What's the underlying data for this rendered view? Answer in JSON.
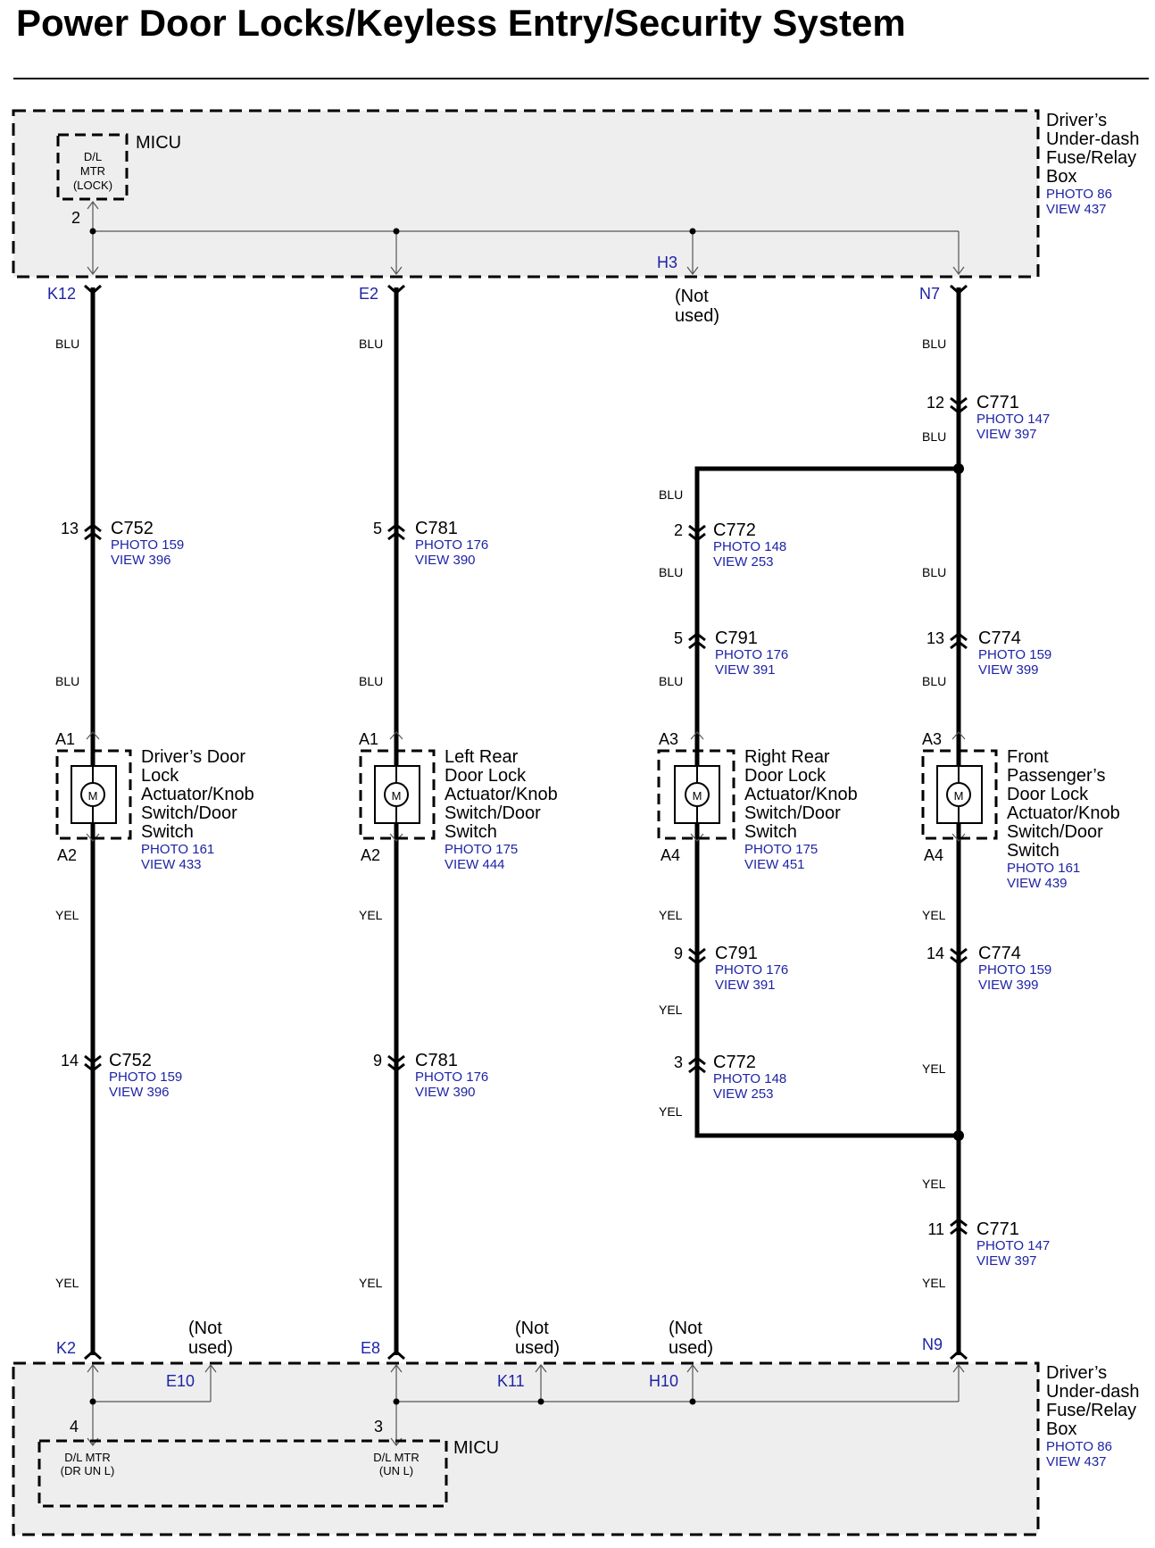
{
  "title": "Power Door Locks/Keyless Entry/Security System",
  "top_box": {
    "location": [
      "Driver’s",
      "Under-dash",
      "Fuse/Relay",
      "Box"
    ],
    "photo": "PHOTO 86",
    "view": "VIEW 437",
    "micu": "MICU",
    "component": [
      "D/L",
      "MTR",
      "(LOCK)"
    ],
    "pin": "2",
    "terminals": [
      "K12",
      "E2",
      "H3",
      "N7"
    ],
    "not_used": [
      "(Not",
      "used)"
    ]
  },
  "bottom_box": {
    "location": [
      "Driver’s",
      "Under-dash",
      "Fuse/Relay",
      "Box"
    ],
    "photo": "PHOTO 86",
    "view": "VIEW 437",
    "micu": "MICU",
    "component_left": [
      "D/L MTR",
      "(DR UN L)"
    ],
    "component_right": [
      "D/L MTR",
      "(UN L)"
    ],
    "pin_left": "4",
    "pin_right": "3",
    "terminals": [
      "K2",
      "E8",
      "N9",
      "E10",
      "K11",
      "H10"
    ],
    "not_used": [
      "(Not",
      "used)"
    ]
  },
  "wire_colors": {
    "blue": "BLU",
    "yellow": "YEL"
  },
  "connectors": [
    {
      "pin": "12",
      "name": "C771",
      "photo": "PHOTO 147",
      "view": "VIEW 397"
    },
    {
      "pin": "13",
      "name": "C752",
      "photo": "PHOTO 159",
      "view": "VIEW 396"
    },
    {
      "pin": "5",
      "name": "C781",
      "photo": "PHOTO 176",
      "view": "VIEW 390"
    },
    {
      "pin": "2",
      "name": "C772",
      "photo": "PHOTO 148",
      "view": "VIEW 253"
    },
    {
      "pin": "5",
      "name": "C791",
      "photo": "PHOTO 176",
      "view": "VIEW 391"
    },
    {
      "pin": "13",
      "name": "C774",
      "photo": "PHOTO 159",
      "view": "VIEW 399"
    },
    {
      "pin": "9",
      "name": "C791",
      "photo": "PHOTO 176",
      "view": "VIEW 391"
    },
    {
      "pin": "14",
      "name": "C774",
      "photo": "PHOTO 159",
      "view": "VIEW 399"
    },
    {
      "pin": "14",
      "name": "C752",
      "photo": "PHOTO 159",
      "view": "VIEW 396"
    },
    {
      "pin": "9",
      "name": "C781",
      "photo": "PHOTO 176",
      "view": "VIEW 390"
    },
    {
      "pin": "3",
      "name": "C772",
      "photo": "PHOTO 148",
      "view": "VIEW 253"
    },
    {
      "pin": "11",
      "name": "C771",
      "photo": "PHOTO 147",
      "view": "VIEW 397"
    }
  ],
  "actuators": [
    {
      "pin_top": "A1",
      "pin_bottom": "A2",
      "motor": "M",
      "name": [
        "Driver’s Door",
        "Lock",
        "Actuator/Knob",
        "Switch/Door",
        "Switch"
      ],
      "photo": "PHOTO 161",
      "view": "VIEW 433"
    },
    {
      "pin_top": "A1",
      "pin_bottom": "A2",
      "motor": "M",
      "name": [
        "Left Rear",
        "Door Lock",
        "Actuator/Knob",
        "Switch/Door",
        "Switch"
      ],
      "photo": "PHOTO 175",
      "view": "VIEW 444"
    },
    {
      "pin_top": "A3",
      "pin_bottom": "A4",
      "motor": "M",
      "name": [
        "Right Rear",
        "Door Lock",
        "Actuator/Knob",
        "Switch/Door",
        "Switch"
      ],
      "photo": "PHOTO 175",
      "view": "VIEW 451"
    },
    {
      "pin_top": "A3",
      "pin_bottom": "A4",
      "motor": "M",
      "name": [
        "Front",
        "Passenger’s",
        "Door Lock",
        "Actuator/Knob",
        "Switch/Door",
        "Switch"
      ],
      "photo": "PHOTO 161",
      "view": "VIEW 439"
    }
  ]
}
